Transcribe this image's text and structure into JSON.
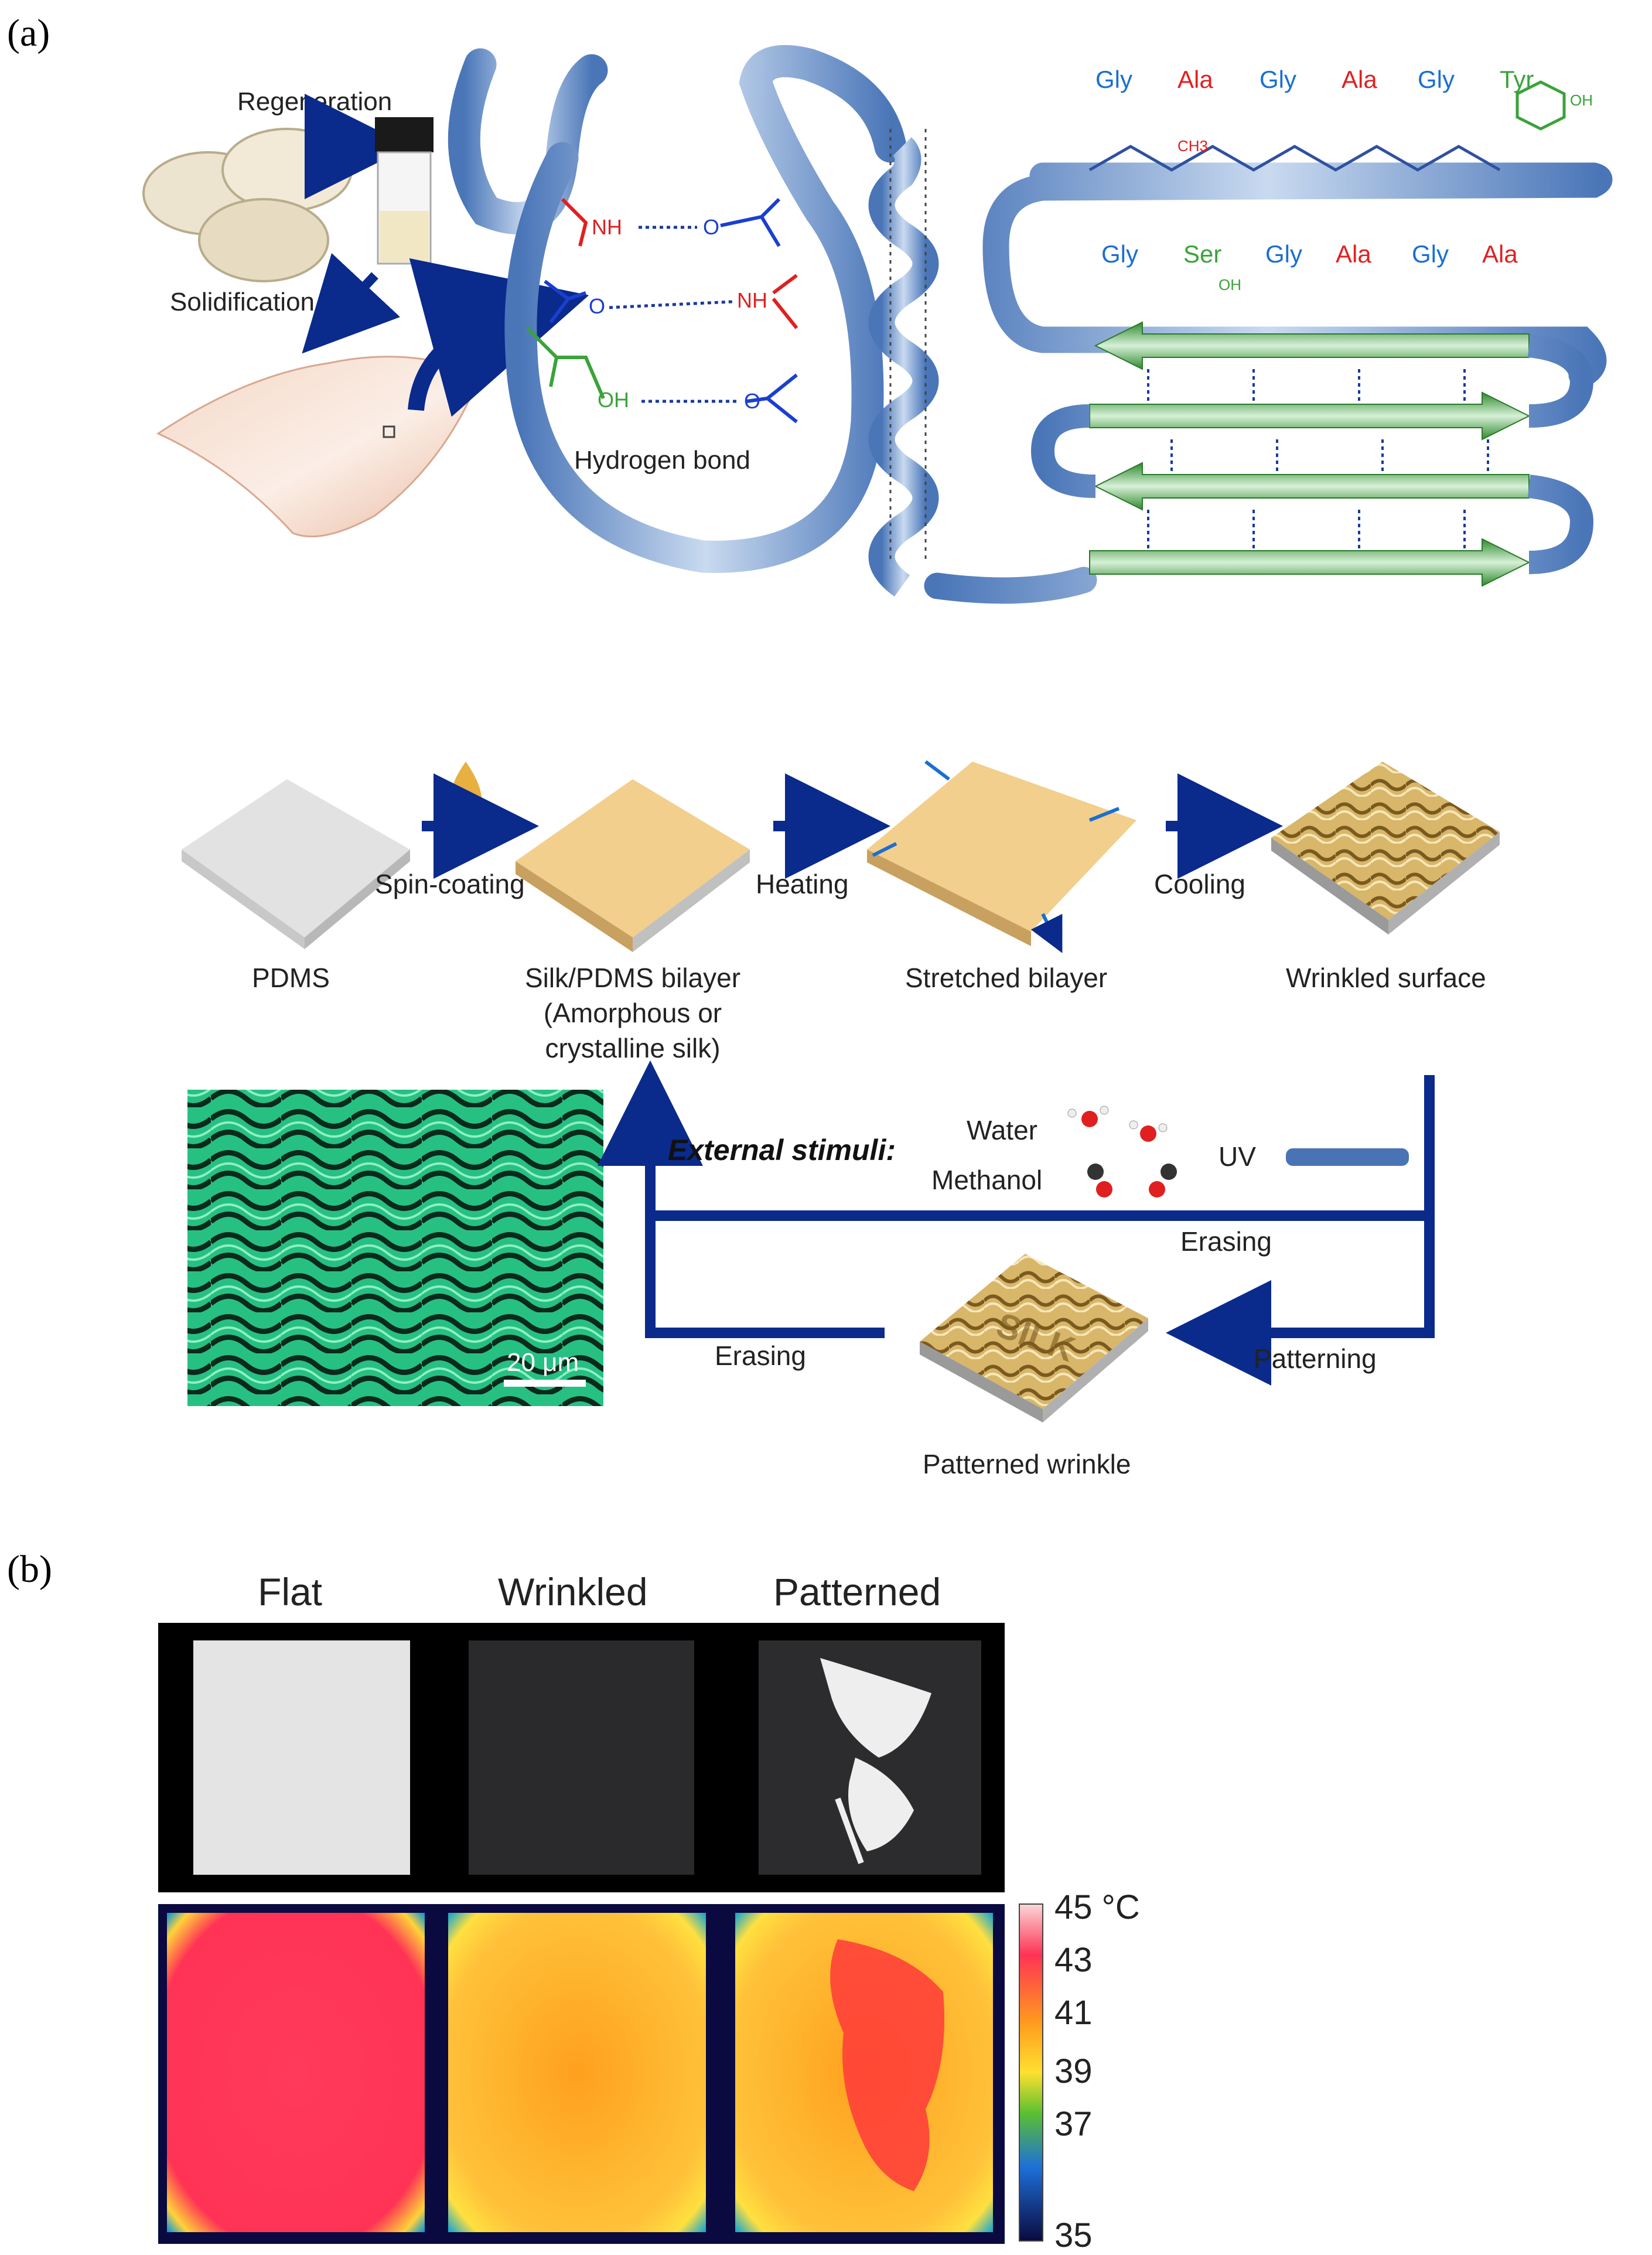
{
  "panel_labels": {
    "a": "(a)",
    "b": "(b)"
  },
  "top_section": {
    "regeneration": "Regeneration",
    "solidification": "Solidification",
    "nh_1": "NH",
    "o_1": "O",
    "nh_2": "NH",
    "oh": "OH",
    "hydrogen_bond": "Hydrogen bond",
    "sequence_row1": [
      "Gly",
      "Ala",
      "Gly",
      "Ala",
      "Gly",
      "Tyr"
    ],
    "sequence_row2": [
      "Gly",
      "Ser",
      "Gly",
      "Ala",
      "Gly",
      "Ala"
    ],
    "ch3": "CH3",
    "tyr_oh": "OH",
    "ser_oh": "OH"
  },
  "process_flow": {
    "steps": [
      {
        "name": "PDMS",
        "caption": [
          "PDMS"
        ]
      },
      {
        "name": "Silk/PDMS bilayer",
        "caption": [
          "Silk/PDMS bilayer",
          "(Amorphous or",
          "crystalline silk)"
        ]
      },
      {
        "name": "Stretched bilayer",
        "caption": [
          "Stretched bilayer"
        ]
      },
      {
        "name": "Wrinkled surface",
        "caption": [
          "Wrinkled surface"
        ]
      }
    ],
    "arrows": [
      "Spin-coating",
      "Heating",
      "Cooling"
    ],
    "external_stimuli": "External stimuli:",
    "water": "Water",
    "methanol": "Methanol",
    "uv": "UV",
    "erasing_upper": "Erasing",
    "erasing_lower": "Erasing",
    "patterning": "Patterning",
    "patterned_wrinkle": "Patterned wrinkle",
    "scale_bar": "20 μm"
  },
  "panel_b": {
    "columns": [
      "Flat",
      "Wrinkled",
      "Patterned"
    ],
    "colorbar_ticks": [
      "45 °C",
      "43",
      "41",
      "39",
      "37",
      "35"
    ],
    "colorbar_min": 35,
    "colorbar_max": 45,
    "colors": {
      "thermal_flat": "#ff3355",
      "thermal_wrinkled": "#ffb020",
      "thermal_edge": "#1a2a8a"
    }
  },
  "colors": {
    "blue_ribbon": "#6d93c8",
    "green_sheet": "#3e9a3e",
    "arrow_blue": "#0a2a8c",
    "label_blue": "#1a6fd1",
    "label_red": "#e02020",
    "label_green": "#3aa33a"
  }
}
